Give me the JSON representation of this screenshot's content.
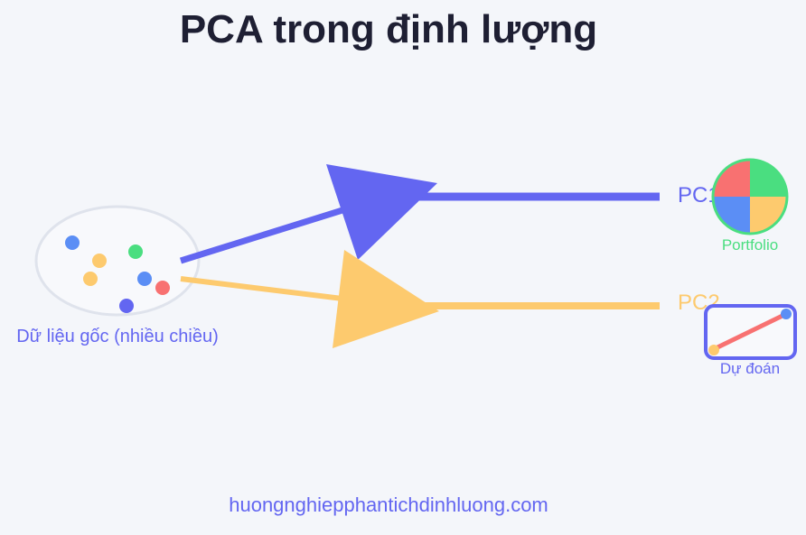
{
  "title": "PCA trong định lượng",
  "source": {
    "label": "Dữ liệu gốc (nhiều chiều)"
  },
  "components": [
    {
      "label": "PC1",
      "color": "#6366f1"
    },
    {
      "label": "PC2",
      "color": "#fdca6e"
    }
  ],
  "applications": [
    {
      "label": "Portfolio",
      "icon": "pie-chart-icon",
      "color": "#4ade80"
    },
    {
      "label": "Dự đoán",
      "icon": "line-chart-icon",
      "color": "#6366f1"
    }
  ],
  "colors": {
    "background": "#f4f6fa",
    "blue": "#5b8ef5",
    "yellow": "#fdca6e",
    "green": "#4ade80",
    "red": "#f87171",
    "indigo": "#6366f1"
  },
  "footer": "huongnghiepphantichdinhluong.com"
}
